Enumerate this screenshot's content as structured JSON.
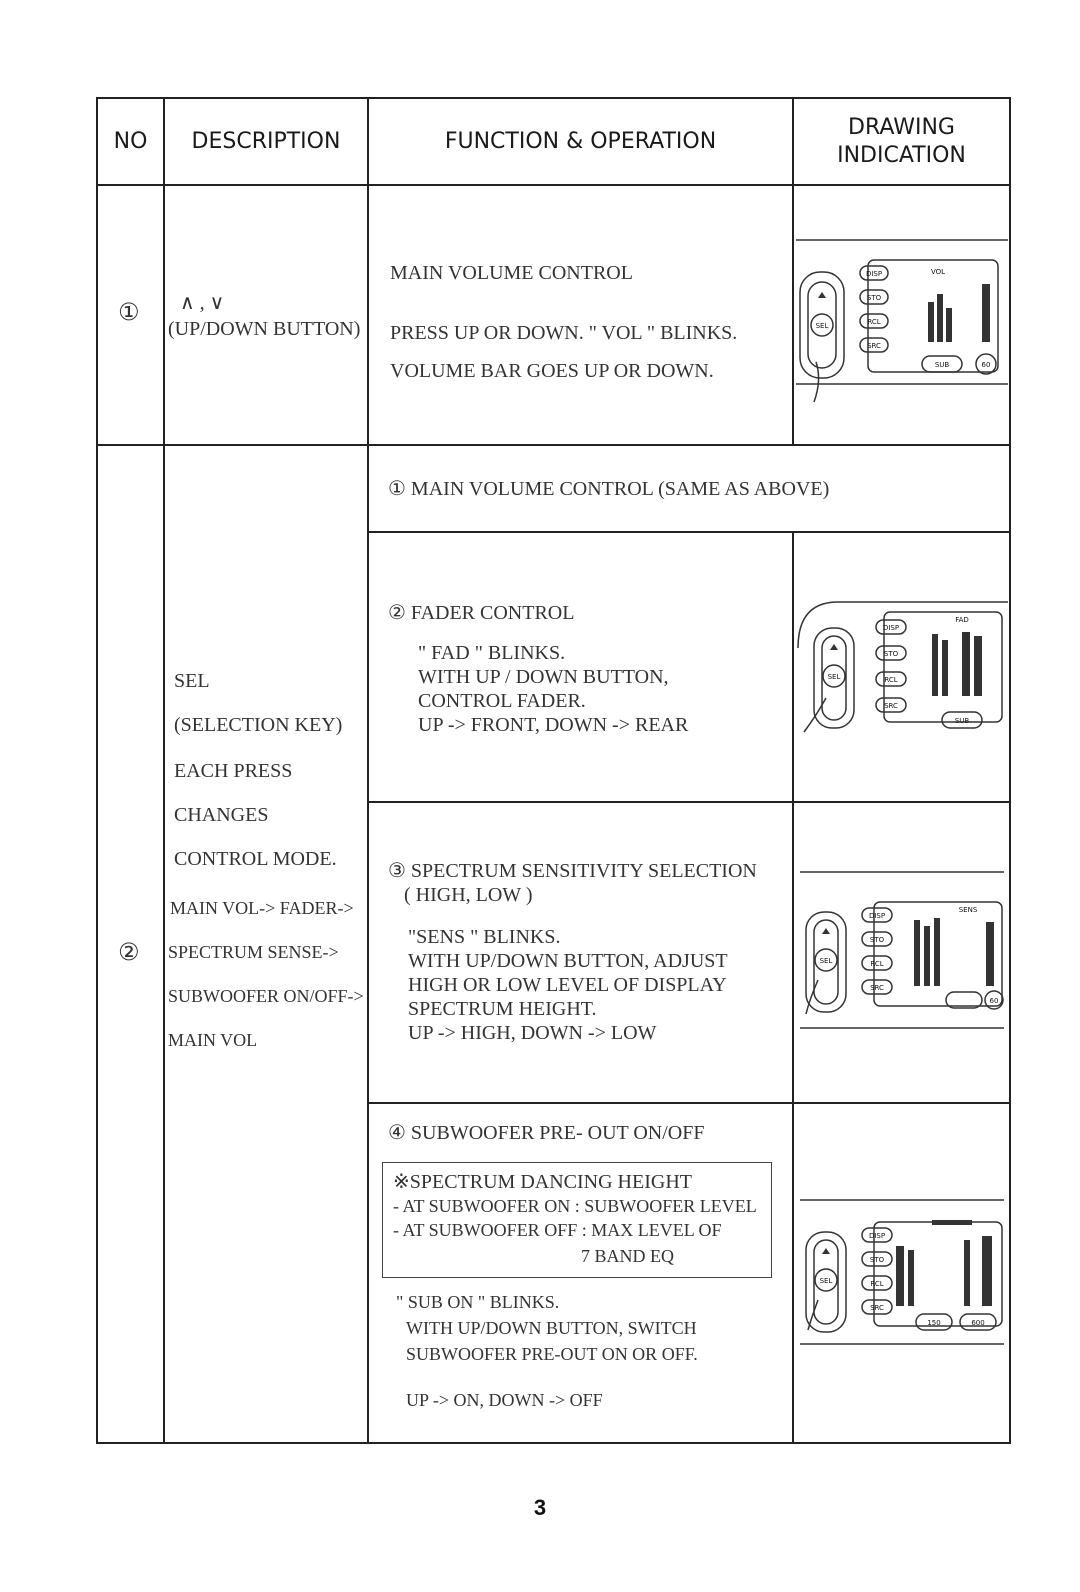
{
  "headers": {
    "no": "NO",
    "description": "DESCRIPTION",
    "function": "FUNCTION & OPERATION",
    "drawing_line1": "DRAWING",
    "drawing_line2": "INDICATION"
  },
  "row1": {
    "no": "①",
    "desc_line1": "∧ , ∨",
    "desc_line2": "(UP/DOWN BUTTON)",
    "func_line1": "MAIN VOLUME CONTROL",
    "func_line2": "PRESS UP OR DOWN. \" VOL \" BLINKS.",
    "func_line3": "VOLUME BAR GOES UP OR DOWN."
  },
  "row2": {
    "no": "②",
    "desc": [
      "SEL",
      "(SELECTION KEY)",
      "EACH PRESS",
      "CHANGES",
      "CONTROL MODE.",
      "MAIN VOL-> FADER->",
      "SPECTRUM SENSE->",
      "SUBWOOFER ON/OFF->",
      "MAIN VOL"
    ],
    "sub1": {
      "title": "① MAIN VOLUME CONTROL (SAME AS ABOVE)"
    },
    "sub2": {
      "title": "② FADER CONTROL",
      "lines": [
        "\" FAD \" BLINKS.",
        "WITH UP / DOWN BUTTON,",
        "CONTROL FADER.",
        "UP -> FRONT, DOWN -> REAR"
      ]
    },
    "sub3": {
      "title_line1": "③ SPECTRUM SENSITIVITY SELECTION",
      "title_line2": "( HIGH, LOW )",
      "lines": [
        "\"SENS \" BLINKS.",
        "WITH UP/DOWN BUTTON, ADJUST",
        "HIGH OR LOW LEVEL OF DISPLAY",
        "SPECTRUM HEIGHT.",
        "UP -> HIGH, DOWN -> LOW"
      ]
    },
    "sub4": {
      "title": "④ SUBWOOFER PRE- OUT ON/OFF",
      "note_lines": [
        "※SPECTRUM DANCING HEIGHT",
        "- AT SUBWOOFER ON : SUBWOOFER LEVEL",
        "- AT SUBWOOFER OFF : MAX LEVEL OF",
        "7 BAND EQ"
      ],
      "lines": [
        "\" SUB ON \" BLINKS.",
        "WITH UP/DOWN BUTTON, SWITCH",
        "SUBWOOFER PRE-OUT ON OR OFF.",
        "UP -> ON, DOWN -> OFF"
      ]
    }
  },
  "drawing_labels": {
    "disp": "DISP",
    "sto": "STO",
    "rcl": "RCL",
    "src": "SRC",
    "sel": "SEL",
    "sub": "SUB",
    "vol": "VOL",
    "fad": "FAD",
    "sens": "SENS",
    "knob_60": "60",
    "knob_150": "150",
    "knob_600": "600"
  },
  "page_number": "3"
}
